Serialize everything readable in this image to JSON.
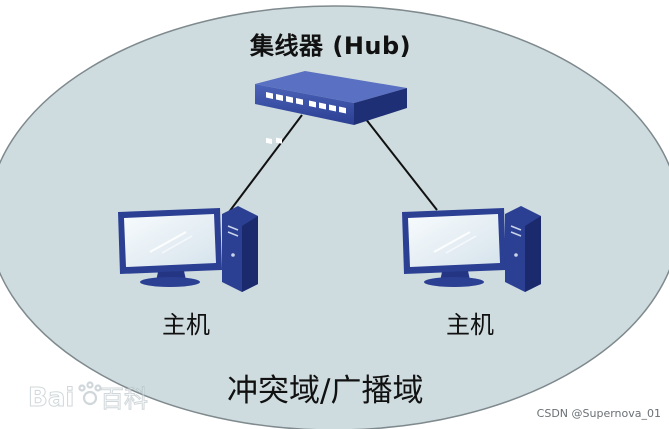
{
  "hub": {
    "label": "集线器 (Hub)",
    "icon": "network-hub-icon"
  },
  "hosts": [
    {
      "label": "主机",
      "icon": "desktop-computer-icon"
    },
    {
      "label": "主机",
      "icon": "desktop-computer-icon"
    }
  ],
  "domain_label": "冲突域/广播域",
  "watermark": {
    "logo_text": "Bai百科",
    "credit": "CSDN @Supernova_01"
  },
  "colors": {
    "domain_fill": "#cfdcdf",
    "device_blue": "#2b3f93",
    "screen_light": "#e8f0f6",
    "link_line": "#111111"
  }
}
